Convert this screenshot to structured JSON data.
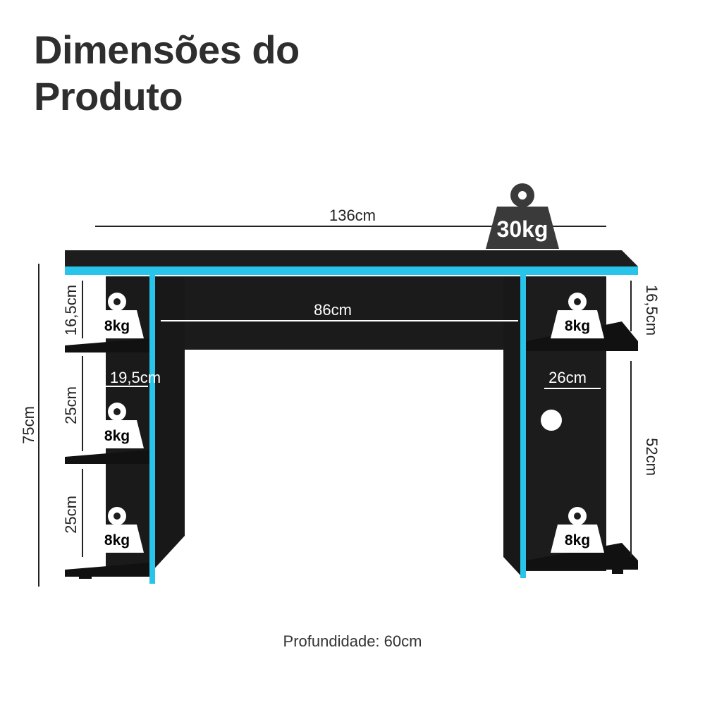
{
  "title": {
    "line1": "Dimensões do",
    "line2": "Produto"
  },
  "dimensions": {
    "width_total": "136cm",
    "center_opening": "86cm",
    "height_total": "75cm",
    "left_top_gap": "16,5cm",
    "left_mid_gap": "25cm",
    "left_bottom_gap": "25cm",
    "right_top_gap": "16,5cm",
    "right_lower_gap": "52cm",
    "left_shelf_width": "19,5cm",
    "right_shelf_width": "26cm"
  },
  "weights": {
    "desktop": "30kg",
    "left_top": "8kg",
    "left_mid": "8kg",
    "left_bottom": "8kg",
    "right_top": "8kg",
    "right_bottom": "8kg"
  },
  "depth_label": "Profundidade: 60cm",
  "colors": {
    "body": "#1d1d1d",
    "accent": "#29c4ea",
    "text": "#2e2e2e",
    "weight_icon": "#3a3a3a"
  }
}
